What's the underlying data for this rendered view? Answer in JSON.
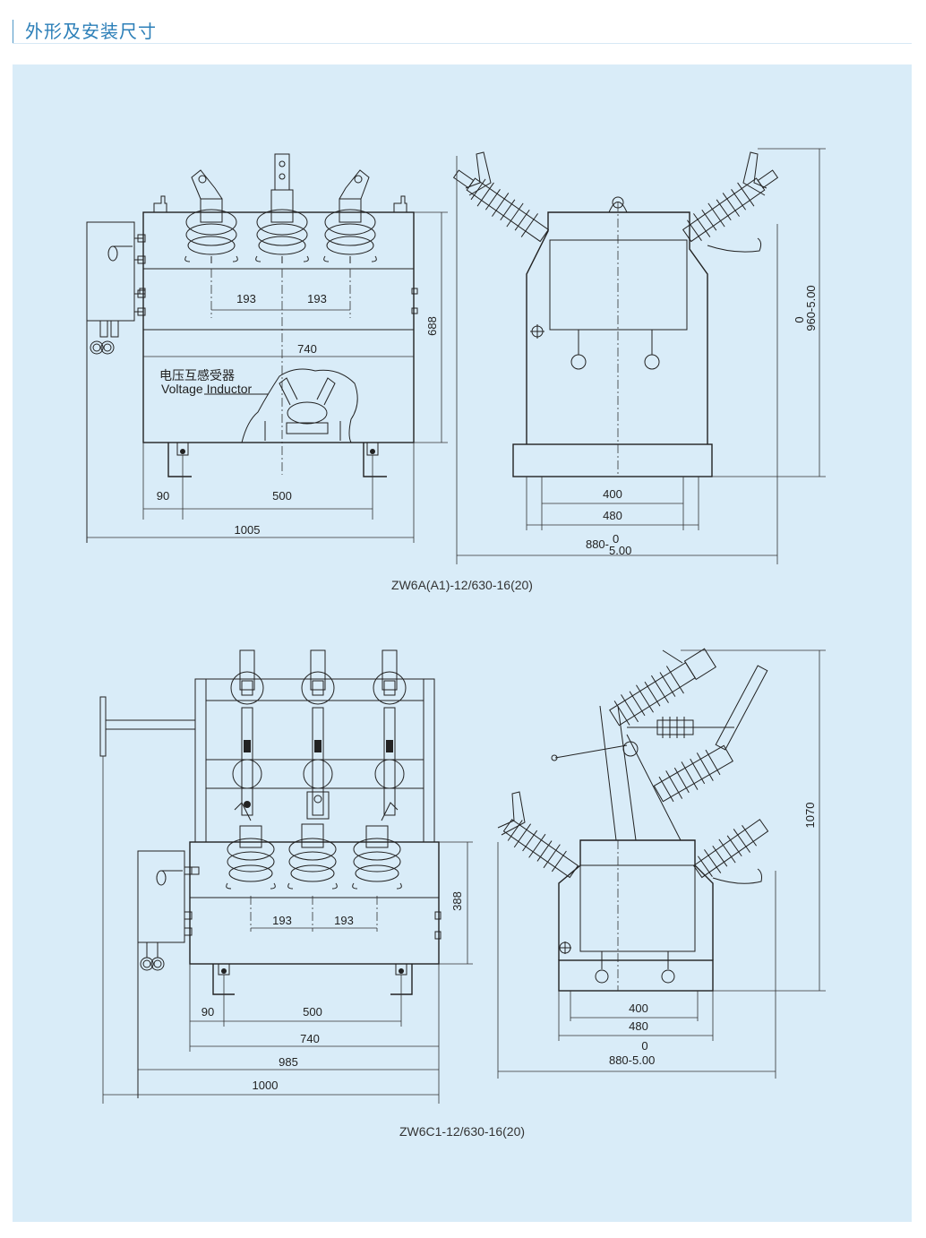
{
  "header": {
    "title": "外形及安装尺寸"
  },
  "colors": {
    "panel_bg": "#d9ecf8",
    "accent": "#2c7fb8",
    "line": "#222222"
  },
  "diagram1": {
    "caption": "ZW6A(A1)-12/630-16(20)",
    "label_cn": "电压互感受器",
    "label_en": "Voltage Inductor",
    "dims": {
      "pitch_left": "193",
      "pitch_right": "193",
      "width_740": "740",
      "height_688": "688",
      "offset_90": "90",
      "base_500": "500",
      "overall_1005": "1005",
      "side_400": "400",
      "side_480": "480",
      "side_880": "880-",
      "side_880_upper": "0",
      "side_880_lower": "5.00",
      "side_960": "960-5.00",
      "side_960_upper": "0"
    }
  },
  "diagram2": {
    "caption": "ZW6C1-12/630-16(20)",
    "dims": {
      "pitch_left": "193",
      "pitch_right": "193",
      "height_388": "388",
      "offset_90": "90",
      "base_500": "500",
      "width_740": "740",
      "width_985": "985",
      "overall_1000": "1000",
      "side_400": "400",
      "side_480": "480",
      "side_880_upper": "0",
      "side_880": "880-",
      "side_880_lower": "5.00",
      "side_1070": "1070"
    }
  }
}
